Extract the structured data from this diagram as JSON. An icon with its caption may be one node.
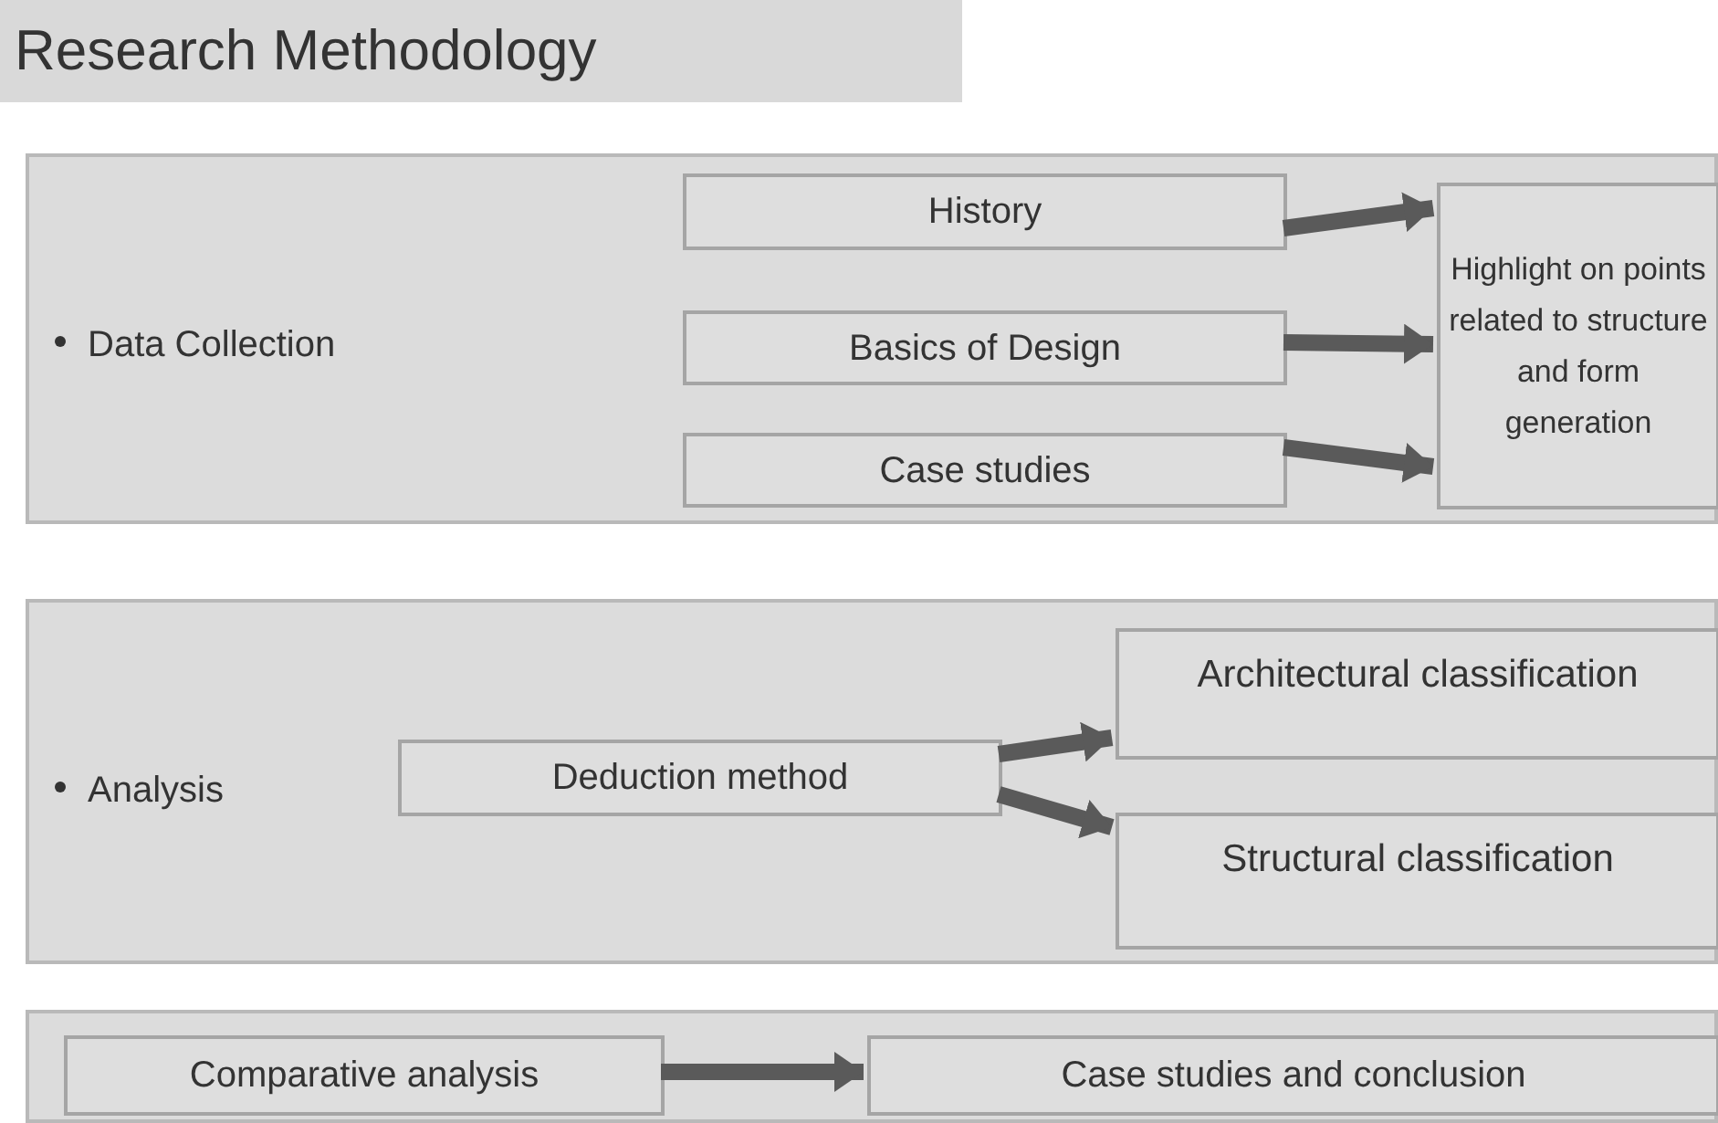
{
  "diagram": {
    "title": "Research Methodology",
    "nodes": [
      {
        "text": [
          "Data Collection"
        ]
      },
      {
        "text": [
          "History"
        ],
        "in": 0
      },
      {
        "text": [
          "Basics of Design"
        ],
        "in": 0
      },
      {
        "text": [
          "Case studies"
        ],
        "in": 0
      },
      {
        "text": [
          "Highlight on points related to structure and form generation"
        ],
        "in": 0
      },
      {
        "text": [
          "Analysis"
        ]
      },
      {
        "text": [
          "Deduction method"
        ],
        "in": 5
      },
      {
        "text": [
          "Architectural classification"
        ],
        "in": 5
      },
      {
        "text": [
          "Structural classification"
        ],
        "in": 5
      },
      {
        "text": [],
        "shape": "box"
      },
      {
        "text": [
          "Comparative analysis"
        ],
        "in": 9
      },
      {
        "text": [
          "Case studies and conclusion"
        ],
        "in": 9
      }
    ],
    "edges": [
      {
        "from": 1,
        "to": 4,
        "arrow": "to"
      },
      {
        "from": 2,
        "to": 4,
        "arrow": "to"
      },
      {
        "from": 3,
        "to": 4,
        "arrow": "to"
      },
      {
        "from": 6,
        "to": 7,
        "arrow": "to"
      },
      {
        "from": 6,
        "to": 8,
        "arrow": "to"
      },
      {
        "from": 10,
        "to": 11,
        "arrow": "to"
      }
    ]
  }
}
